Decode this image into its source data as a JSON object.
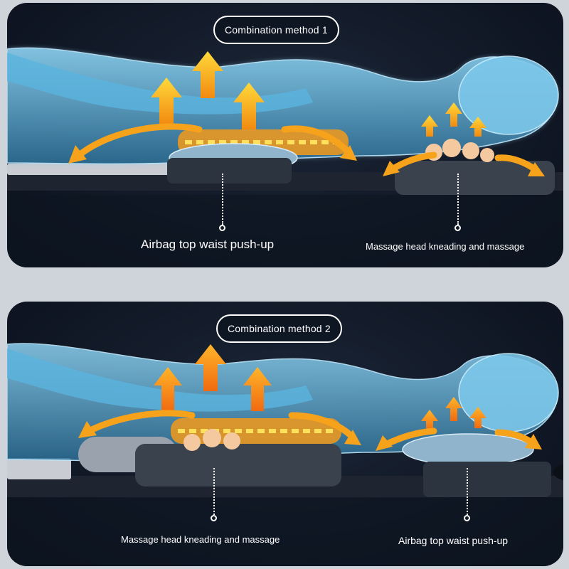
{
  "panel1": {
    "title": "Combination method 1",
    "label_left": "Airbag top waist push-up",
    "label_right": "Massage head kneading and massage"
  },
  "panel2": {
    "title": "Combination method 2",
    "label_left": "Massage head kneading and massage",
    "label_right": "Airbag top waist push-up"
  },
  "colors": {
    "body_glow": "#6fc6ee",
    "arrow_orange": "#f6a21a",
    "arrow_yellow": "#ffd23a",
    "panel_bg": "#111826"
  }
}
